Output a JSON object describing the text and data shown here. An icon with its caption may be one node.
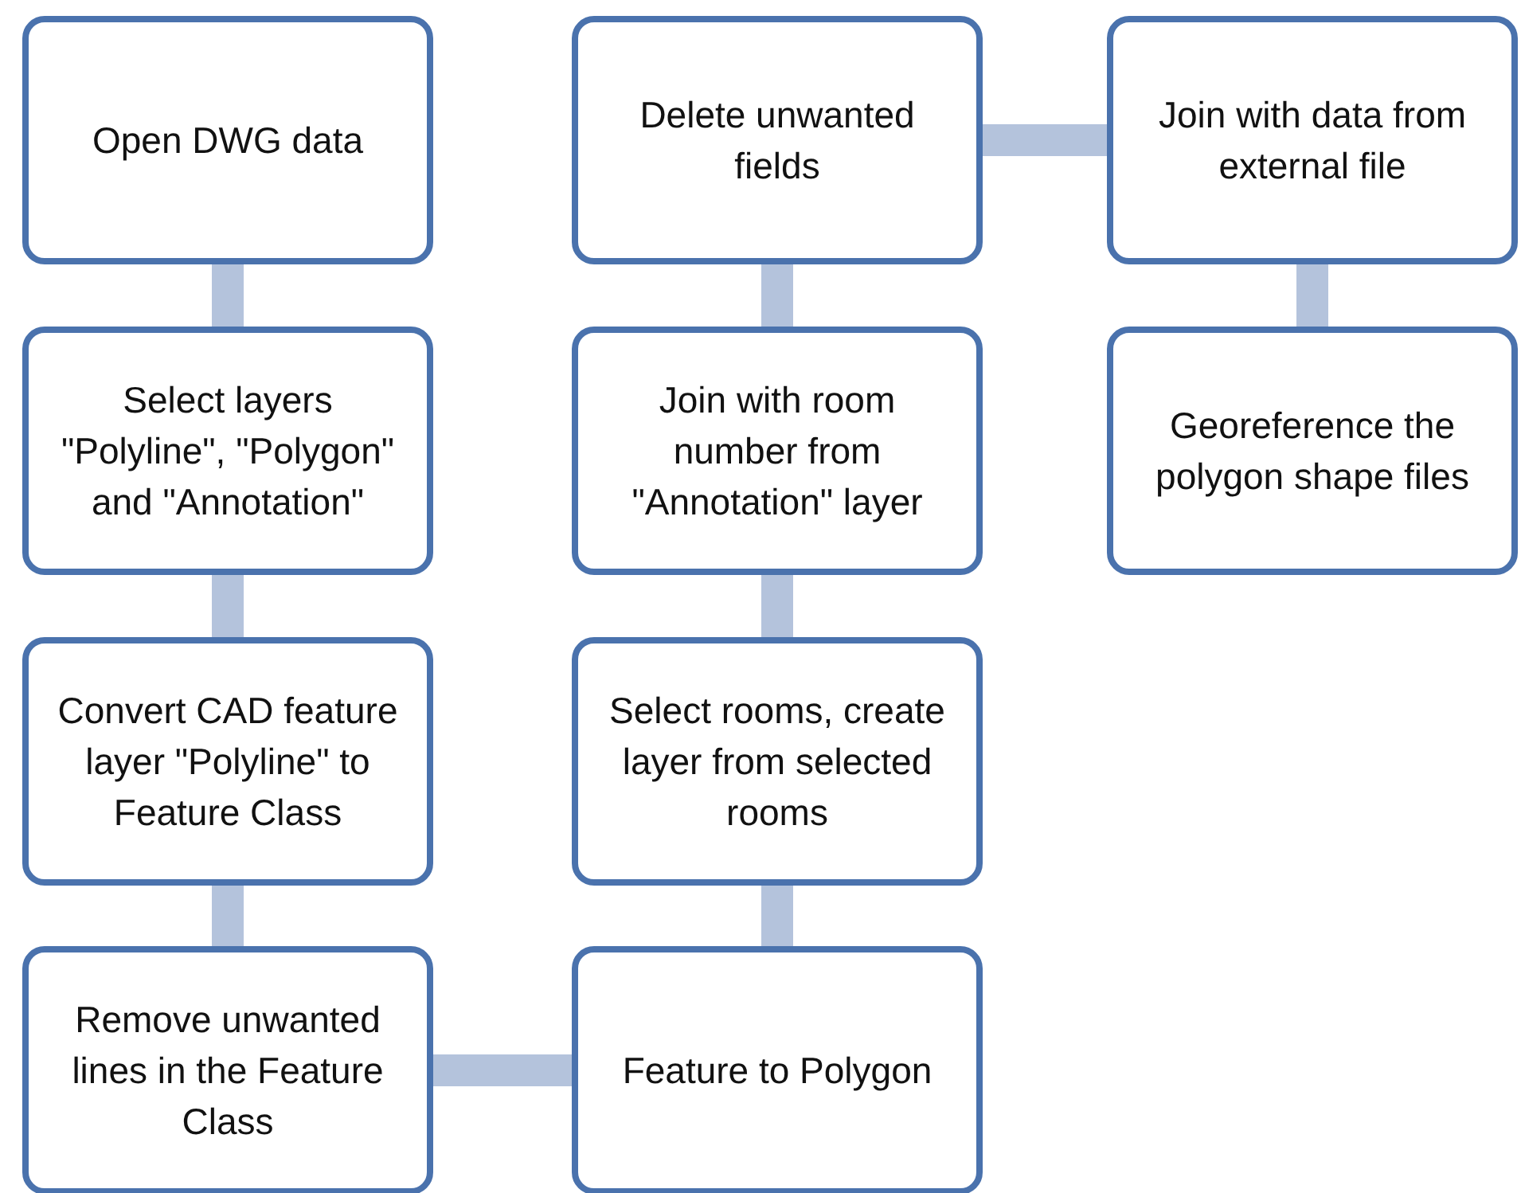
{
  "diagram": {
    "nodes": [
      {
        "text": [
          "Open DWG data"
        ]
      },
      {
        "text": [
          "Select layers \"Polyline\", \"Polygon\" and \"Annotation\""
        ]
      },
      {
        "text": [
          "Convert CAD feature layer \"Polyline\" to Feature Class"
        ]
      },
      {
        "text": [
          "Remove unwanted lines in the Feature Class"
        ]
      },
      {
        "text": [
          "Feature to Polygon"
        ]
      },
      {
        "text": [
          "Select rooms, create layer from selected rooms"
        ]
      },
      {
        "text": [
          "Join with room number from \"Annotation\" layer"
        ]
      },
      {
        "text": [
          "Delete unwanted fields"
        ]
      },
      {
        "text": [
          "Join with data from external file"
        ]
      },
      {
        "text": [
          "Georeference the polygon shape files"
        ]
      }
    ],
    "edges": [
      {
        "from": 0,
        "to": 1,
        "arrow": "none"
      },
      {
        "from": 1,
        "to": 2,
        "arrow": "none"
      },
      {
        "from": 2,
        "to": 3,
        "arrow": "none"
      },
      {
        "from": 3,
        "to": 4,
        "arrow": "none"
      },
      {
        "from": 4,
        "to": 5,
        "arrow": "none"
      },
      {
        "from": 5,
        "to": 6,
        "arrow": "none"
      },
      {
        "from": 6,
        "to": 7,
        "arrow": "none"
      },
      {
        "from": 7,
        "to": 8,
        "arrow": "none"
      },
      {
        "from": 8,
        "to": 9,
        "arrow": "none"
      }
    ]
  }
}
